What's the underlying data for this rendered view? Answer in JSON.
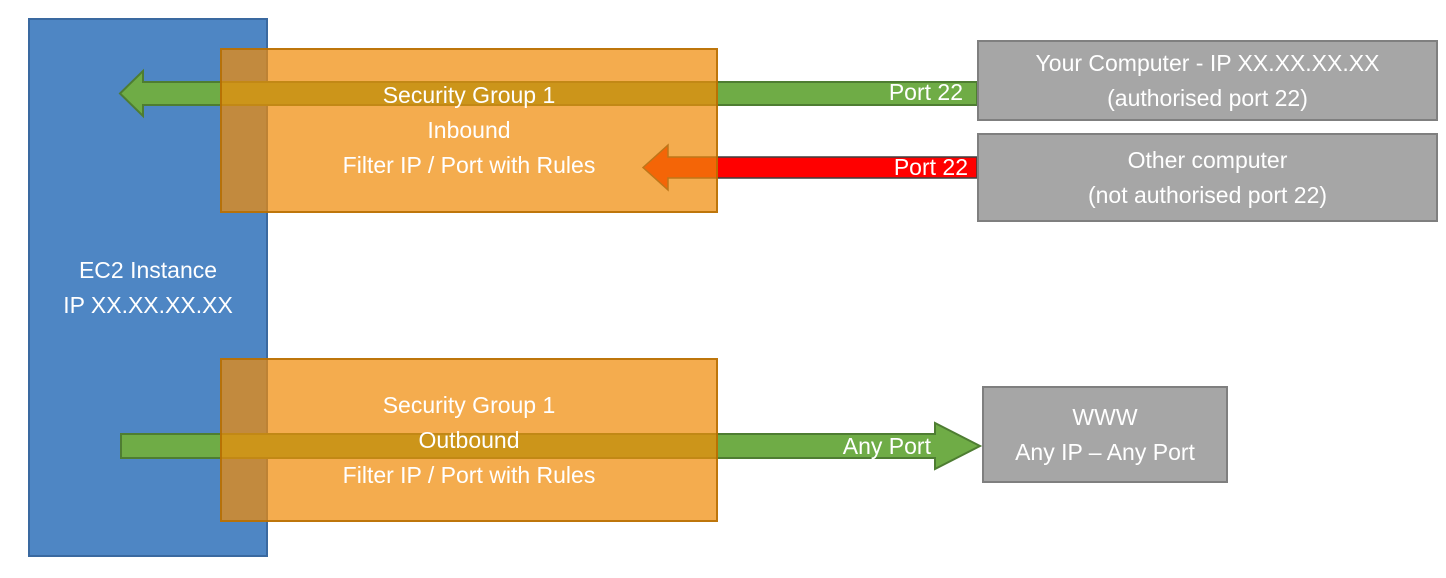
{
  "colors": {
    "blue": "#4E86C4",
    "blue-border": "#3A69A0",
    "orange-fill": "rgba(240,140,10,0.72)",
    "orange-border": "rgba(180,108,0,0.85)",
    "gray": "#A6A6A6",
    "gray-border": "#7F7F7F",
    "green": "#6FAC46",
    "green-border": "#4E7D32",
    "red": "#FF0000",
    "red-border": "#3F3F3F",
    "text": "#FFFFFF"
  },
  "boxes": {
    "ec2": {
      "lines": [
        "EC2 Instance",
        "IP XX.XX.XX.XX"
      ]
    },
    "sg_inbound": {
      "lines": [
        "Security Group 1",
        "Inbound",
        "Filter IP / Port with Rules"
      ]
    },
    "sg_outbound": {
      "lines": [
        "Security Group 1",
        "Outbound",
        "Filter IP / Port with Rules"
      ]
    },
    "your_computer": {
      "lines": [
        "Your Computer - IP XX.XX.XX.XX",
        "(authorised port 22)"
      ]
    },
    "other_computer": {
      "lines": [
        "Other computer",
        "(not authorised port 22)"
      ]
    },
    "www": {
      "lines": [
        "WWW",
        "Any IP – Any Port"
      ]
    }
  },
  "arrow_labels": {
    "inbound_allowed": "Port 22",
    "inbound_blocked": "Port 22",
    "outbound": "Any Port"
  }
}
